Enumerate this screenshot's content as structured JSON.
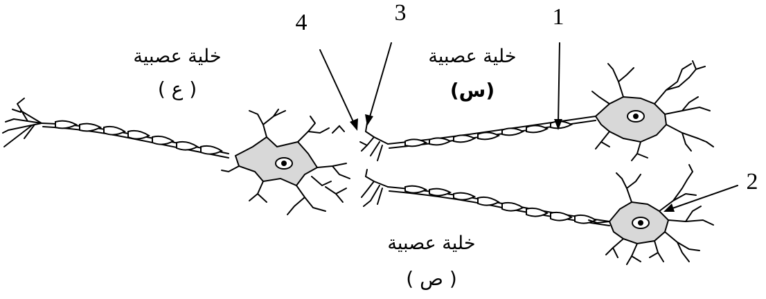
{
  "labels": {
    "neuron_x_name": "خلية عصبية",
    "neuron_x_letter": "(س)",
    "neuron_ain_name": "خلية عصبية",
    "neuron_ain_letter": "( ع )",
    "neuron_sad_name": "خلية عصبية",
    "neuron_sad_letter": "( ص )"
  },
  "numbers": {
    "n1": "1",
    "n2": "2",
    "n3": "3",
    "n4": "4"
  },
  "colors": {
    "cell_body": "#d8d8d8",
    "line": "#000000"
  }
}
